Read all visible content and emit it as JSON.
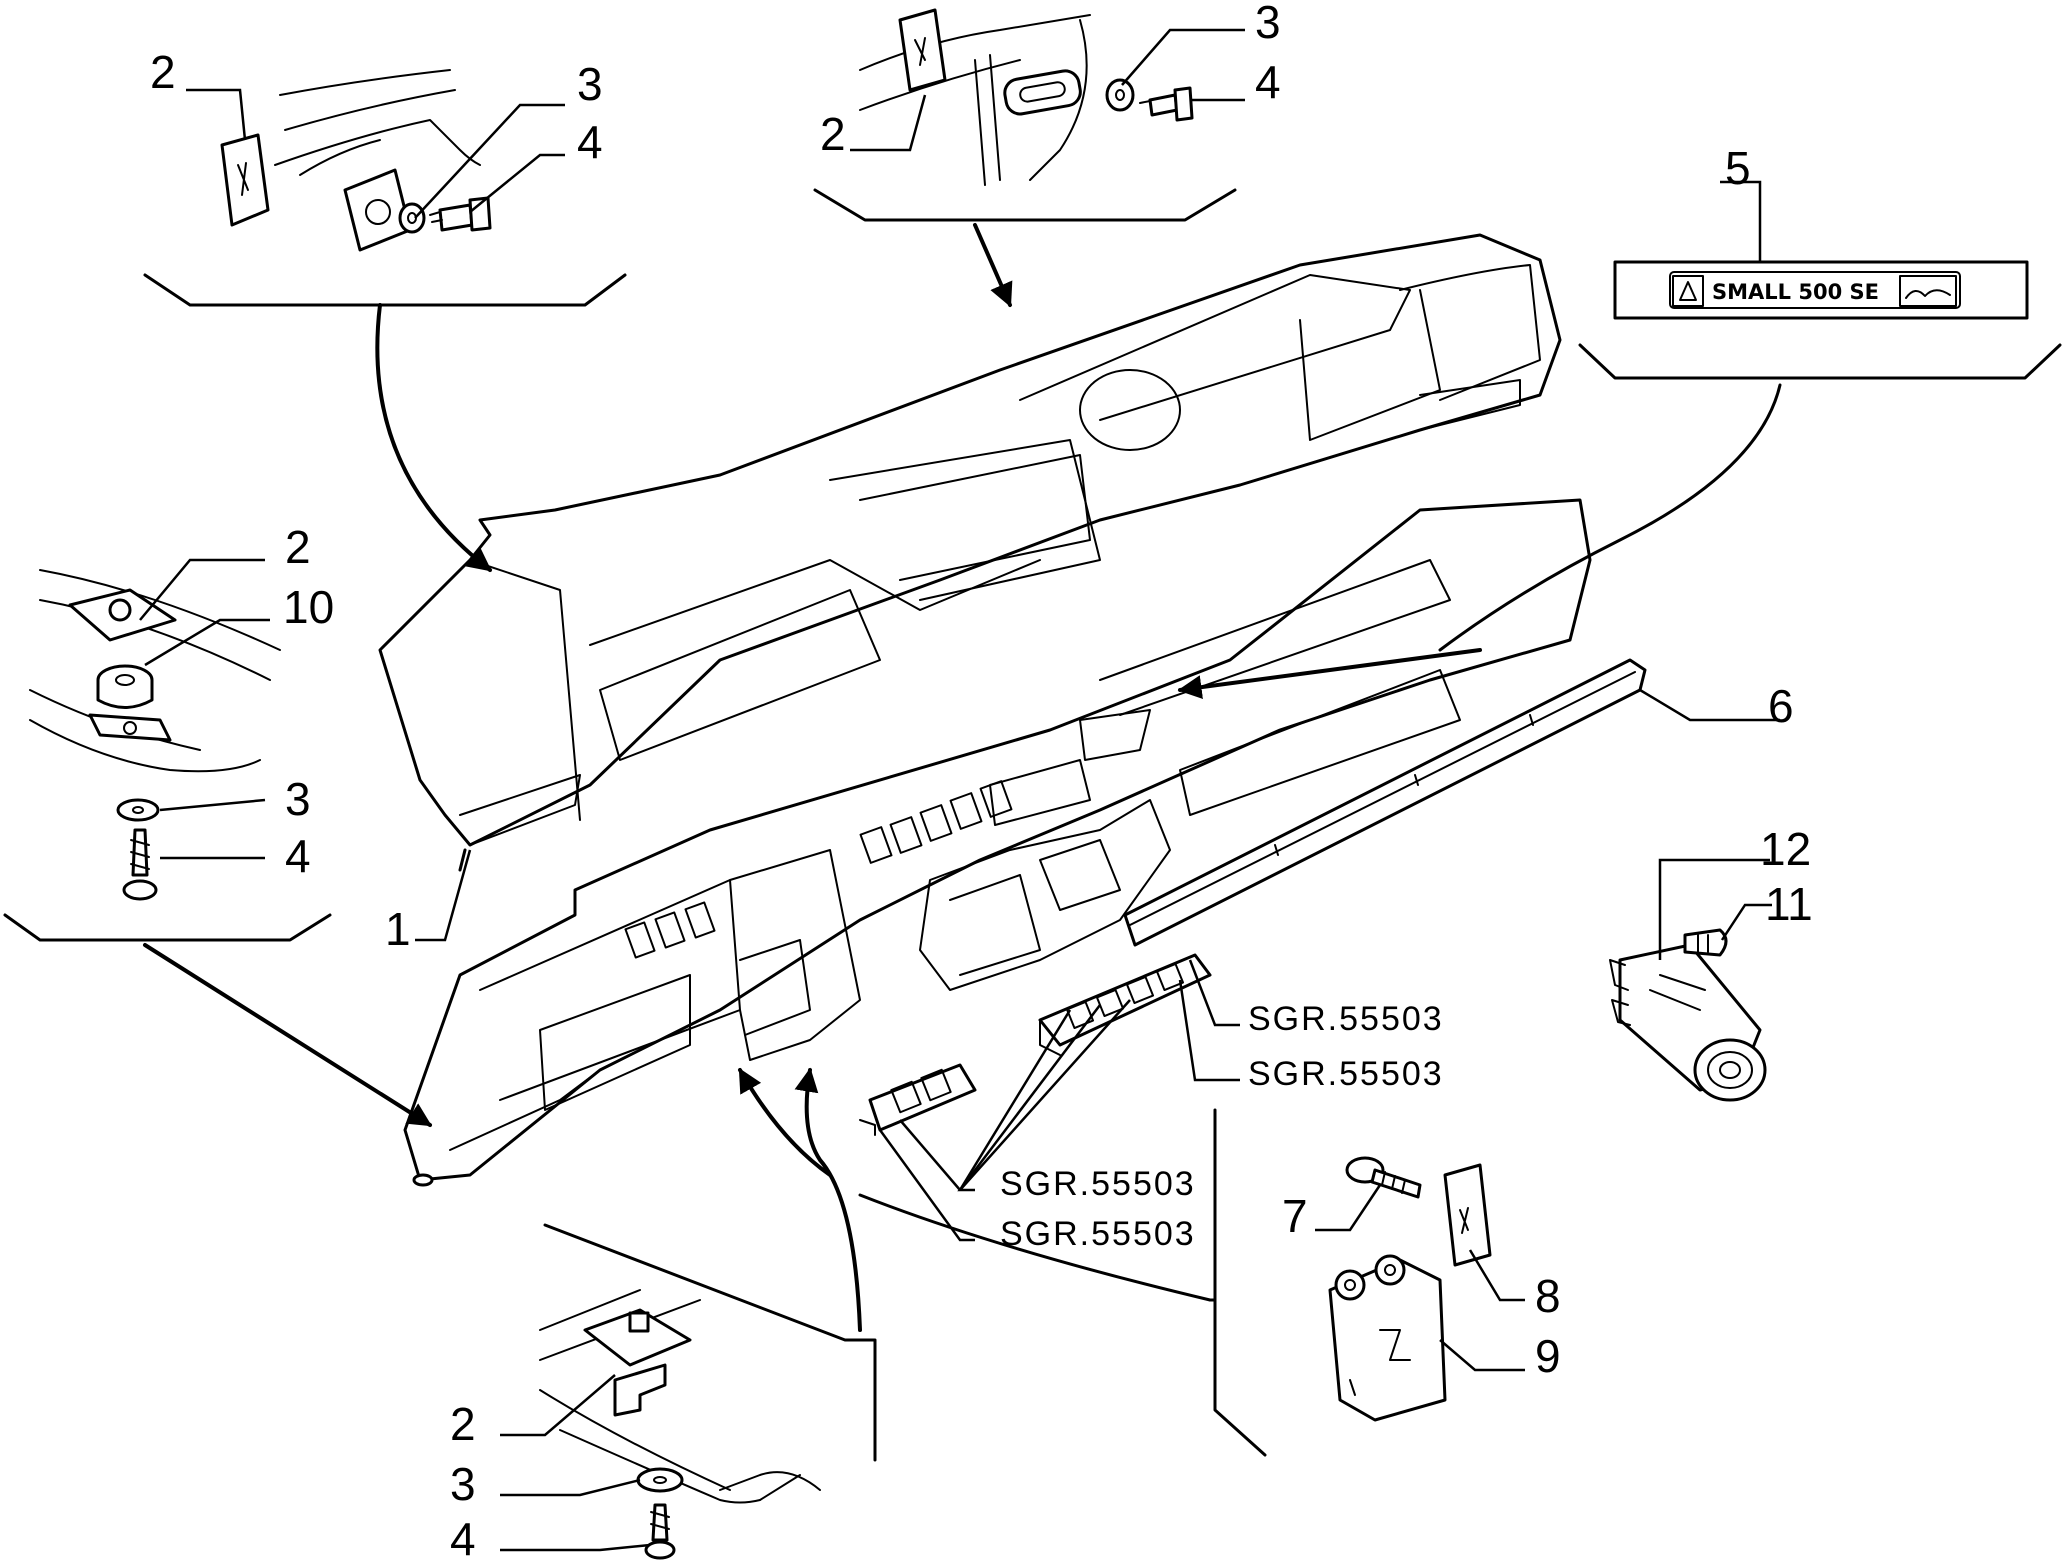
{
  "callouts": {
    "c1": "1",
    "c2_top_left": "2",
    "c3_top_left": "3",
    "c4_top_left": "4",
    "c2_top_center": "2",
    "c3_top_center": "3",
    "c4_top_center": "4",
    "c5": "5",
    "c2_left": "2",
    "c10": "10",
    "c3_left": "3",
    "c4_left": "4",
    "c6": "6",
    "c12": "12",
    "c11": "11",
    "c7": "7",
    "c8": "8",
    "c9": "9",
    "c2_bottom": "2",
    "c3_bottom": "3",
    "c4_bottom": "4"
  },
  "references": {
    "ref_a": "SGR.55503",
    "ref_b": "SGR.55503",
    "ref_c": "SGR.55503",
    "ref_d": "SGR.55503"
  },
  "badge": {
    "text": "SMALL 500 SE"
  }
}
